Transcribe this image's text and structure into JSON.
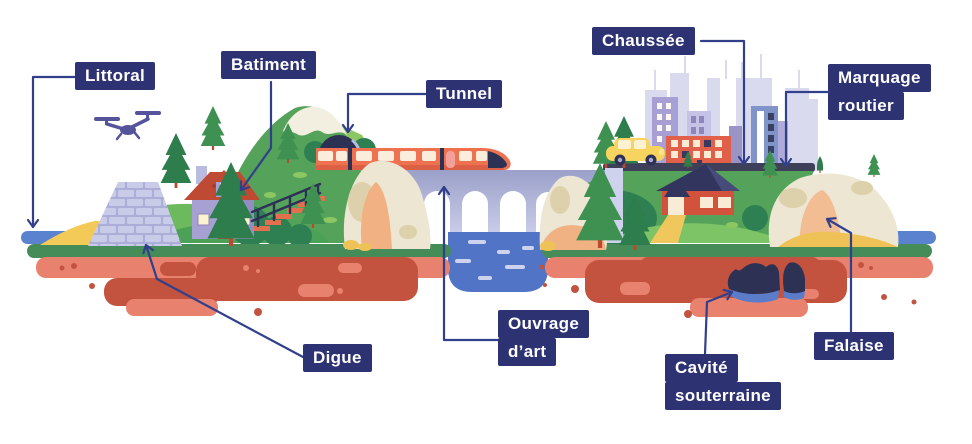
{
  "figure": {
    "type": "annotated-illustration",
    "subject": "landscape cross-section with drone surveying infrastructure"
  },
  "labels": {
    "littoral": {
      "text": "Littoral"
    },
    "batiment": {
      "text": "Batiment"
    },
    "tunnel": {
      "text": "Tunnel"
    },
    "chaussee": {
      "text": "Chaussée"
    },
    "marquage_routier": {
      "line1": "Marquage",
      "line2": "routier"
    },
    "digue": {
      "text": "Digue"
    },
    "ouvrage_dart": {
      "line1": "Ouvrage",
      "line2": "d’art"
    },
    "cavite_souterraine": {
      "line1": "Cavité",
      "line2": "souterraine"
    },
    "falaise": {
      "text": "Falaise"
    }
  },
  "colors": {
    "label_bg": "#2d3273",
    "label_text": "#ffffff",
    "leader_line": "#32408c",
    "grass_dark": "#458c58",
    "hill_green": "#55a35a",
    "hill_light": "#6cb95e",
    "tree_dark": "#2e7d4c",
    "tree_mid": "#3f9152",
    "soil_salmon": "#e8816d",
    "soil_dark_red": "#c3533f",
    "water_blue": "#5b7cc8",
    "sand_yellow": "#f3ca57",
    "rock_cream": "#ece6d3",
    "rock_peach": "#f2b183",
    "bridge_lavender": "#9ba0c9",
    "train_orange": "#ee7150",
    "tunnel_navy": "#2d3154",
    "house_left_wall": "#a7a1d3",
    "house_left_roof": "#bf4a33",
    "house_right_wall": "#d2523b",
    "road_dark": "#3e4059",
    "car_yellow": "#f6d45f",
    "drone_purple": "#54539b"
  },
  "scene_icons": [
    "drone-icon",
    "dike",
    "coastal-water",
    "house-icon",
    "tunnel-portal",
    "train-icon",
    "viaduct-bridge",
    "river",
    "city-skyline",
    "car-icon",
    "road",
    "cliff",
    "underground-cavity",
    "soil-cross-section",
    "pine-tree-icon"
  ]
}
